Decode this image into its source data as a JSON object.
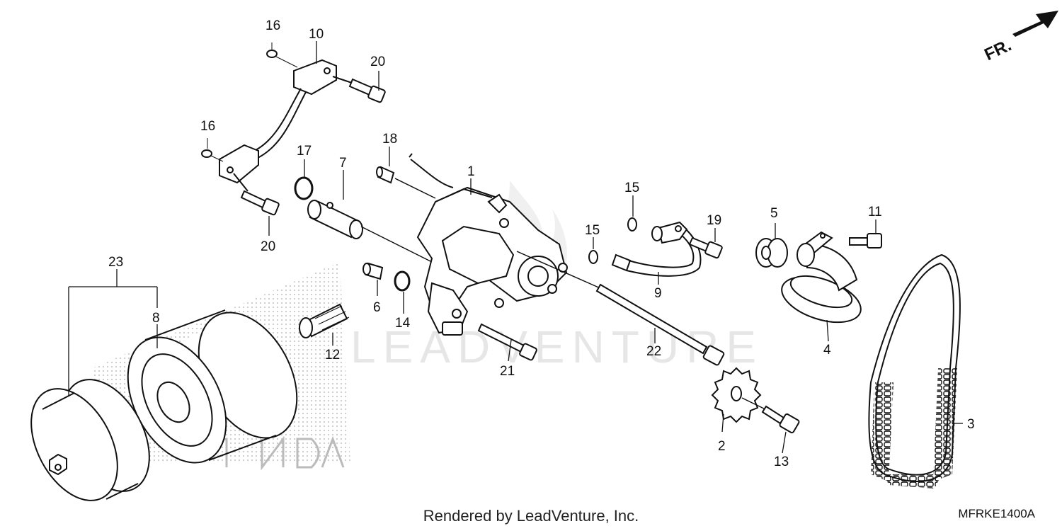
{
  "watermark_text": "LEADVENTURE",
  "footer_credit": "Rendered by LeadVenture, Inc.",
  "diagram_code": "MFRKE1400A",
  "front_indicator": "FR.",
  "callouts": {
    "c1": "1",
    "c2": "2",
    "c3": "3",
    "c4": "4",
    "c5": "5",
    "c6": "6",
    "c7": "7",
    "c8": "8",
    "c9": "9",
    "c10": "10",
    "c11": "11",
    "c12": "12",
    "c13": "13",
    "c14": "14",
    "c15a": "15",
    "c15b": "15",
    "c16a": "16",
    "c16b": "16",
    "c17": "17",
    "c18": "18",
    "c19": "19",
    "c20a": "20",
    "c20b": "20",
    "c21": "21",
    "c22": "22",
    "c23": "23"
  },
  "colors": {
    "line": "#111111",
    "watermark": "#e6e6e6",
    "halftone": "#c8c8c8"
  }
}
